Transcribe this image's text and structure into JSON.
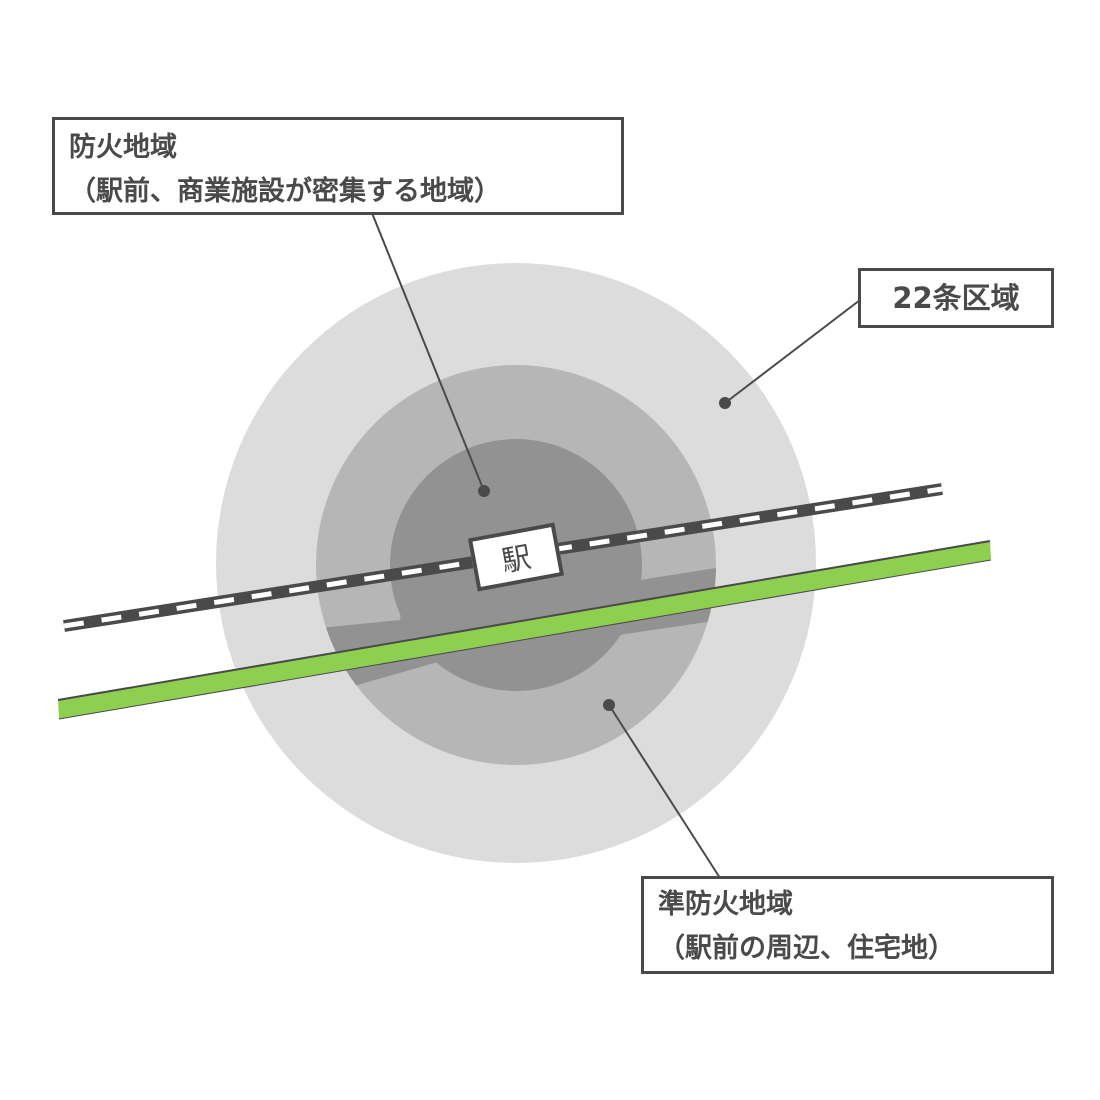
{
  "zones": {
    "bouka": {
      "title": "防火地域",
      "description": "（駅前、商業施設が密集する地域）"
    },
    "jo22": {
      "title": "22条区域"
    },
    "junbouka": {
      "title": "準防火地域",
      "description": "（駅前の周辺、住宅地）"
    }
  },
  "station": {
    "label": "駅"
  },
  "colors": {
    "outer_zone": "#dcdcdc",
    "middle_zone": "#b6b6b6",
    "inner_zone": "#929292",
    "railway": "#4a4a4a",
    "road": "#8ecf50",
    "text": "#4a4a4a"
  }
}
